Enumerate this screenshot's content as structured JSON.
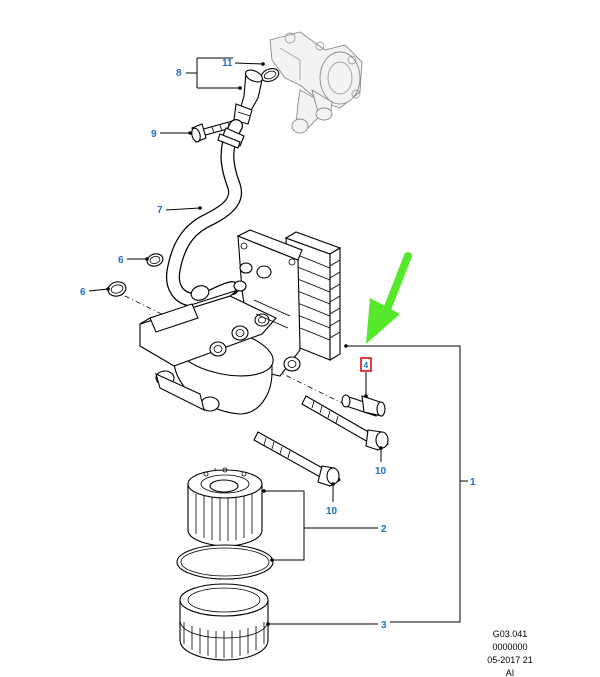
{
  "callouts": {
    "c1": "1",
    "c2": "2",
    "c3": "3",
    "c6a": "6",
    "c6b": "6",
    "c7": "7",
    "c8": "8",
    "c9": "9",
    "c10a": "10",
    "c10b": "10",
    "c11": "11"
  },
  "highlight_marker": "4",
  "footer": {
    "line1": "G03.041",
    "line2": "0000000",
    "line3": "05-2017 21",
    "line4": "AI"
  },
  "colors": {
    "callout": "#1f6fc4",
    "arrow": "#55e82b",
    "highlight_box": "#e01010"
  }
}
